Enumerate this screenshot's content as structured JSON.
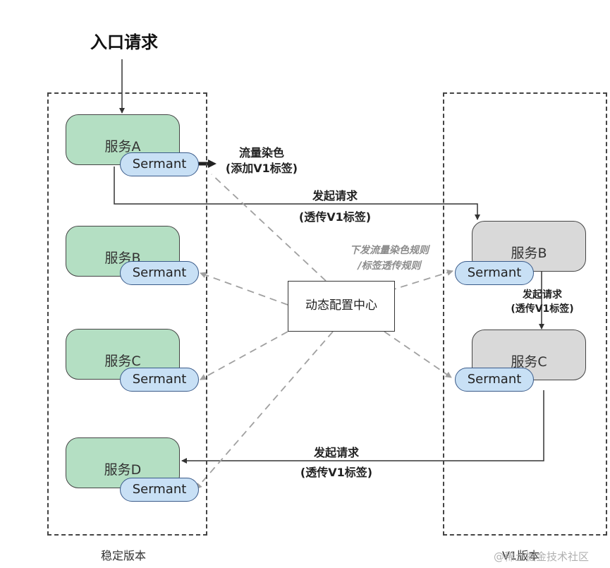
{
  "entry": {
    "label": "入口请求"
  },
  "groups": {
    "stable": {
      "label": "稳定版本"
    },
    "v1": {
      "label": "V1版本"
    }
  },
  "services": {
    "a": {
      "label": "服务A",
      "agent": "Sermant"
    },
    "b_stable": {
      "label": "服务B",
      "agent": "Sermant"
    },
    "c_stable": {
      "label": "服务C",
      "agent": "Sermant"
    },
    "d": {
      "label": "服务D",
      "agent": "Sermant"
    },
    "b_v1": {
      "label": "服务B",
      "agent": "Sermant"
    },
    "c_v1": {
      "label": "服务C",
      "agent": "Sermant"
    }
  },
  "config_center": {
    "label": "动态配置中心"
  },
  "edges": {
    "coloring": {
      "line1": "流量染色",
      "line2": "(添加V1标签)"
    },
    "a_to_b": {
      "line1": "发起请求",
      "line2": "(透传V1标签)"
    },
    "b_to_c": {
      "line1": "发起请求",
      "line2": "(透传V1标签)"
    },
    "c_to_d": {
      "line1": "发起请求",
      "line2": "(透传V1标签)"
    },
    "rules": {
      "line1": "下发流量染色规则",
      "line2": "/标签透传规则"
    }
  },
  "watermark": {
    "text": "@稀土掘金技术社区"
  },
  "colors": {
    "stable_service": "#b4dfc3",
    "v1_service": "#d9d9d9",
    "agent": "#c8e0f5",
    "dashed_rule": "#a0a0a0"
  }
}
